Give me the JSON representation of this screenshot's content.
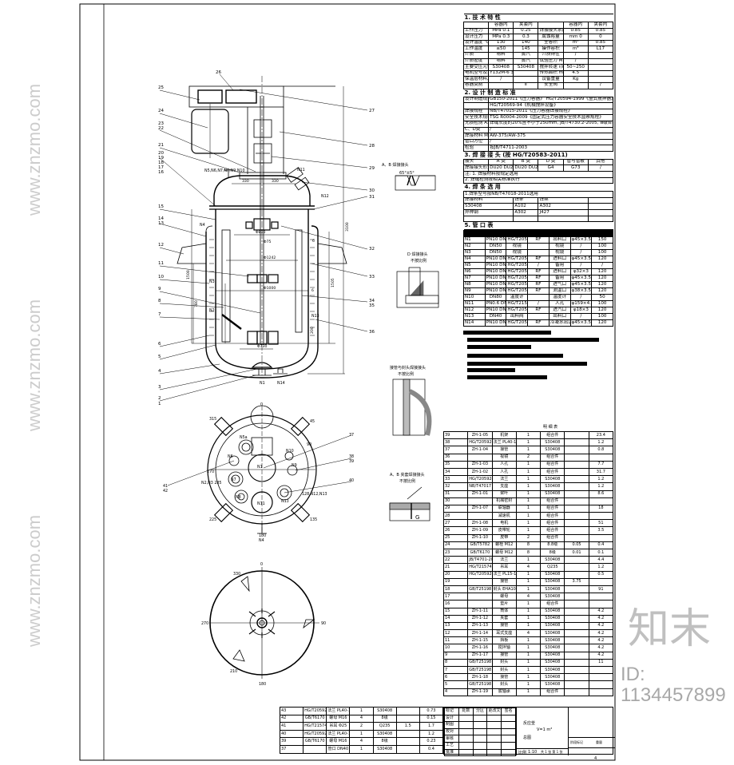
{
  "elevation_labels": {
    "left": [
      "25",
      "24",
      "23",
      "22",
      "21",
      "20",
      "19",
      "18",
      "17",
      "16",
      "15",
      "14",
      "13",
      "12",
      "11",
      "10",
      "9",
      "8",
      "7",
      "6",
      "5",
      "4",
      "3",
      "2",
      "1"
    ],
    "right": [
      "26",
      "27",
      "28",
      "29",
      "30",
      "31",
      "32",
      "33",
      "34",
      "35",
      "36"
    ],
    "nozzles": [
      "N5,N6,N7,N8,N9,N10",
      "N11",
      "N12",
      "N4",
      "N3",
      "N2",
      "N13",
      "N1",
      "N14"
    ],
    "dims": [
      "330",
      "330",
      "Φ800",
      "Φ75",
      "Φ1242",
      "Φ1000",
      "Φ730",
      "3100",
      "1505",
      "1500",
      "780",
      "200",
      "6",
      "6"
    ]
  },
  "top_view_labels": [
    "0",
    "315",
    "45",
    "90",
    "37",
    "38",
    "39",
    "N9",
    "N5a",
    "N10",
    "N6",
    "N7",
    "N11",
    "N8",
    "N13",
    "N4",
    "N1",
    "N2,N3 285",
    "128 N12,N13",
    "225",
    "135",
    "180",
    "41",
    "42",
    "40",
    "270"
  ],
  "bottom_view_labels": [
    "0",
    "330",
    "90",
    "270",
    "210",
    "180"
  ],
  "details": {
    "ab_title": "A、B 焊接接头",
    "ab_angle": "65°±5°",
    "d_title": "D 焊接接头",
    "d_sub": "不按比例",
    "jacket_title": "接管与封头焊接接头",
    "jacket_sub": "不按比例",
    "ab2_title": "A、B 夹套焊接接头",
    "ab2_sub": "不按比例",
    "mark_g": "G"
  },
  "tech": {
    "s1": "1. 技 术 特 性",
    "header": [
      "",
      "容器内",
      "夹套内",
      "",
      "容器内",
      "夹套内"
    ],
    "rows": [
      [
        "工作压力",
        "MPa 0.1",
        "0.25",
        "焊接接头系数",
        "0.85",
        "0.85"
      ],
      [
        "设计压力",
        "MPa 0.3",
        "0.3",
        "腐蚀裕量",
        "mm 0",
        "0"
      ],
      [
        "设计温度 ℃",
        "130",
        "140",
        "全容积",
        "m³",
        "0.85"
      ],
      [
        "工作温度",
        "≤50",
        "145",
        "操作容积",
        "m³",
        "L17"
      ],
      [
        "介质",
        "物料",
        "蒸汽",
        "介质特性",
        "/",
        ""
      ],
      [
        "介质密度",
        "物料",
        "蒸汽",
        "试验压力 MPa",
        "/",
        ""
      ],
      [
        "主要受压元件材料",
        "S30408",
        "S30408",
        "搅拌转速 r/min",
        "50~250",
        ""
      ],
      [
        "电机型号及功率 kw",
        "Y132M-6 3kw",
        "",
        "传热面积 m²",
        "4.5",
        ""
      ],
      [
        "保温层材料及厚度",
        "/",
        "",
        "设备重量",
        "Kg",
        ""
      ],
      [
        "容器类别",
        "",
        "Ⅱ",
        "安全阀",
        "",
        "/"
      ]
    ],
    "s2": "2. 设 计 制 造 标 准",
    "std_rows": [
      [
        "设计制造规范",
        "GB150-2011《压力容器》 HG/T20594-1999《釜式搅拌器》"
      ],
      [
        "",
        "HG/T20569-94《机械搅拌设备》"
      ],
      [
        "焊接规程",
        "NB/T47015-2011《压力容器焊接规程》"
      ],
      [
        "安全技术规程",
        "TSG R0004-2009《固定式压力容器安全技术监察规程》"
      ],
      [
        "无损检测 A、B类",
        "焊缝长度的20%且不小于250mm, JB/T4730.2-2005, Ⅲ级合格"
      ],
      [
        "C、D类",
        "/"
      ],
      [
        "焊接材料 MPa",
        "AW-375/AW-375"
      ],
      [
        "管口方位",
        "/"
      ],
      [
        "检验",
        "按JB/T4711-2003"
      ]
    ],
    "s3": "3. 焊 接 接 头 (按 HG/T20583-2011)",
    "weld_rows": [
      [
        "接头",
        "A 类",
        "B 类",
        "D 类",
        "管与管板",
        "其他"
      ],
      [
        "焊接接头形式",
        "DU20 DU20",
        "DU20 DU20",
        "G4",
        "G73",
        "/"
      ]
    ],
    "notes": [
      "注: 1. 焊接材料按规定选用",
      "2. 焊缝检测按相关标准执行"
    ],
    "s4": "4. 焊 条 选 用",
    "rod_note": "1.焊条型号按NB/T47018-2011选用",
    "rod_rows": [
      [
        "焊接材料",
        "焊条",
        "焊丝",
        ""
      ],
      [
        "S30408",
        "A102",
        "A302",
        ""
      ],
      [
        "异种钢",
        "A302",
        "J427",
        ""
      ],
      [
        "",
        "",
        "",
        ""
      ]
    ],
    "s5": "5. 管 口 表"
  },
  "nozzles": [
    [
      "N1",
      "PN10 DN40",
      "HG/T20592",
      "RF",
      "出料口",
      "φ45×3.5",
      "150"
    ],
    [
      "N2",
      "DN50",
      "视镜",
      "",
      "视镜",
      "/",
      "100"
    ],
    [
      "N3",
      "DN50",
      "视镜",
      "",
      "视镜",
      "/",
      "100"
    ],
    [
      "N4",
      "PN10 DN40",
      "HG/T20592",
      "RF",
      "进料口",
      "φ45×3.5",
      "120"
    ],
    [
      "N5",
      "PN10 DN50",
      "HG/T20592",
      "/",
      "备用",
      "/",
      "/"
    ],
    [
      "N6",
      "PN10 DN25",
      "HG/T20592",
      "RF",
      "进料口",
      "φ32×3",
      "120"
    ],
    [
      "N7",
      "PN10 DN40",
      "HG/T20592",
      "RF",
      "备用",
      "φ45×3.5",
      "120"
    ],
    [
      "N8",
      "PN10 DN40",
      "HG/T20592",
      "RF",
      "进气口",
      "φ45×3.5",
      "120"
    ],
    [
      "N9",
      "PN10 DN32",
      "HG/T20592",
      "RF",
      "测温口",
      "φ38×3.5",
      "120"
    ],
    [
      "N10",
      "DN80",
      "温度计",
      "",
      "温度计",
      "/",
      "50"
    ],
    [
      "N11",
      "PN0.6 DN150",
      "HG/T21524-2005",
      "/",
      "人孔",
      "φ159×4.5",
      "100"
    ],
    [
      "N12",
      "PN10 DN15",
      "HG/T20592",
      "RF",
      "进汽口",
      "φ18×3",
      "120"
    ],
    [
      "N13",
      "DN40",
      "出料阀",
      "",
      "出料口",
      "/",
      "100"
    ],
    [
      "N14",
      "PN10 DN40",
      "HG/T20592",
      "RF",
      "冷凝水出口",
      "φ45×3.5",
      "120"
    ]
  ],
  "parts_header": "明 细 表",
  "parts": [
    [
      "39",
      "ZH-1-05",
      "机架",
      "1",
      "组合件",
      "",
      "23.4"
    ],
    [
      "38",
      "HG/T20592-2009",
      "法兰 PL40-1.0 RF",
      "1",
      "S30408",
      "",
      "1.2"
    ],
    [
      "37",
      "ZH-1-04",
      "接管",
      "1",
      "S30408",
      "",
      "0.8"
    ],
    [
      "36",
      "",
      "视镜",
      "2",
      "组合件",
      "",
      ""
    ],
    [
      "35",
      "ZH-1-03",
      "人孔",
      "1",
      "组合件",
      "",
      "7.7"
    ],
    [
      "34",
      "ZH-1-02",
      "人孔",
      "1",
      "组合件",
      "",
      "31.7"
    ],
    [
      "33",
      "HG/T20592-2009",
      "法兰",
      "1",
      "S30408",
      "",
      "1.2"
    ],
    [
      "32",
      "NB/T47017",
      "支座",
      "1",
      "S30408",
      "",
      "1.2"
    ],
    [
      "31",
      "ZH-1-01",
      "桨叶",
      "1",
      "S30408",
      "",
      "8.6"
    ],
    [
      "30",
      "",
      "机械密封",
      "1",
      "组合件",
      "",
      ""
    ],
    [
      "29",
      "ZH-1-07",
      "联轴器",
      "1",
      "组合件",
      "",
      "18"
    ],
    [
      "28",
      "",
      "减速机",
      "1",
      "组合件",
      "",
      ""
    ],
    [
      "27",
      "ZH-1-08",
      "电机",
      "1",
      "组合件",
      "",
      "51"
    ],
    [
      "26",
      "ZH-1-09",
      "皮带轮",
      "1",
      "组合件",
      "",
      "3.5"
    ],
    [
      "25",
      "ZH-1-10",
      "皮带",
      "2",
      "组合件",
      "",
      ""
    ],
    [
      "24",
      "GB/T5782",
      "螺栓 M12",
      "8",
      "8.8级",
      "0.05",
      "0.4"
    ],
    [
      "23",
      "GB/T6170",
      "螺母 M12",
      "8",
      "8级",
      "0.01",
      "0.1"
    ],
    [
      "22",
      "JB/T4701-2000",
      "法兰",
      "1",
      "S30408",
      "",
      "4.4"
    ],
    [
      "21",
      "HG/T21574",
      "吊耳",
      "4",
      "Q235",
      "",
      "1.2"
    ],
    [
      "20",
      "HG/T20592-2009",
      "法兰 PL15-1.0 RF",
      "1",
      "S30408",
      "",
      "0.5"
    ],
    [
      "19",
      "",
      "接管",
      "1",
      "S30408",
      "3.75",
      ""
    ],
    [
      "18",
      "GB/T25198",
      "封头 EHA1000",
      "1",
      "S30408",
      "",
      "91"
    ],
    [
      "17",
      "",
      "螺母",
      "4",
      "S30408",
      "",
      ""
    ],
    [
      "16",
      "",
      "垫片",
      "1",
      "组合件",
      "",
      ""
    ],
    [
      "15",
      "ZH-1-11",
      "筒体",
      "1",
      "S30408",
      "",
      "4.2"
    ],
    [
      "14",
      "ZH-1-12",
      "夹套",
      "1",
      "S30408",
      "",
      "4.2"
    ],
    [
      "13",
      "ZH-1-13",
      "接管",
      "1",
      "S30408",
      "",
      "4.2"
    ],
    [
      "12",
      "ZH-1-14",
      "耳式支座",
      "4",
      "S30408",
      "",
      "4.2"
    ],
    [
      "11",
      "ZH-1-15",
      "挡板",
      "1",
      "S30408",
      "",
      "4.2"
    ],
    [
      "10",
      "ZH-1-16",
      "搅拌轴",
      "1",
      "S30408",
      "",
      "4.2"
    ],
    [
      "9",
      "ZH-1-17",
      "接管",
      "1",
      "S30408",
      "",
      "4.2"
    ],
    [
      "8",
      "GB/T25198",
      "封头",
      "1",
      "S30408",
      "",
      "11"
    ],
    [
      "7",
      "GB/T25198",
      "封头",
      "1",
      "S30408",
      "",
      ""
    ],
    [
      "6",
      "ZH-1-18",
      "接管",
      "1",
      "S30408",
      "",
      ""
    ],
    [
      "5",
      "GB/T25198",
      "封头",
      "1",
      "S30408",
      "",
      ""
    ],
    [
      "4",
      "ZH-1-19",
      "底轴承",
      "1",
      "组合件",
      "",
      ""
    ]
  ],
  "parts2": [
    [
      "43",
      "HG/T20592-2009",
      "法兰 PL40-1.0 RF",
      "1",
      "S30408",
      "",
      "0.73"
    ],
    [
      "42",
      "GB/T6170",
      "螺母 M16",
      "4",
      "8级",
      "",
      "0.15"
    ],
    [
      "41",
      "HG/T21574",
      "吊耳 Φ25",
      "2",
      "Q235",
      "1.5",
      "1.7"
    ],
    [
      "40",
      "HG/T20592-2009",
      "法兰 PL40-1.0 RF",
      "1",
      "S30408",
      "",
      "1.2"
    ],
    [
      "39",
      "GB/T6170",
      "螺母 M16",
      "4",
      "8级",
      "",
      "0.23"
    ],
    [
      "37",
      "",
      "管口 DN40",
      "1",
      "S30408",
      "",
      "0.4"
    ]
  ],
  "title_block": {
    "rows": [
      [
        "标记",
        "处数",
        "分区",
        "更改文件号",
        "签名"
      ],
      [
        "设计",
        "",
        "",
        "",
        ""
      ],
      [
        "制图",
        "",
        "",
        "",
        ""
      ],
      [
        "校对",
        "",
        "",
        "",
        ""
      ],
      [
        "审核",
        "",
        "",
        "",
        ""
      ],
      [
        "工艺",
        "",
        "",
        "",
        ""
      ],
      [
        "批准",
        "",
        "",
        "",
        ""
      ]
    ],
    "name1": "反应釜",
    "name2": "V=1 m³",
    "name3": "总图",
    "scale_label": "比例",
    "scale": "1:10",
    "sheet_label": "共 1 张 第 1 张",
    "stage": "阶段标记",
    "weight": "重量",
    "id_label": "ID:",
    "id_num": "1134457899"
  },
  "watermark": {
    "brand": "知末",
    "site": "www.znzmo.com",
    "id": "ID: 1134457899"
  },
  "page_number": "4"
}
